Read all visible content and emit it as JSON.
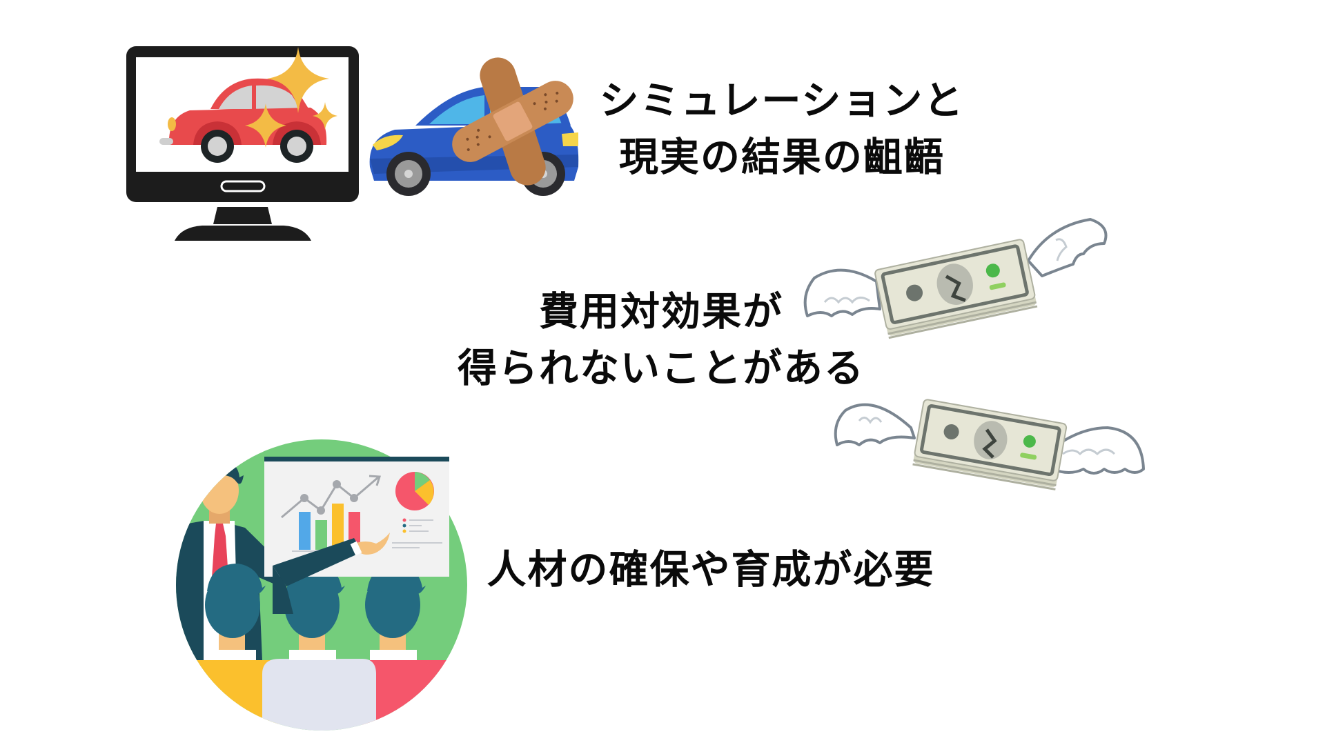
{
  "slide": {
    "background": "#ffffff",
    "text_color": "#0a0a0a"
  },
  "points": [
    {
      "id": "simulation-gap",
      "lines": [
        "シミュレーションと",
        "現実の結果の齟齬"
      ],
      "illustration": "monitor-shiny-car-vs-bandaged-car"
    },
    {
      "id": "cost-effectiveness",
      "lines": [
        "費用対効果が",
        "得られないことがある"
      ],
      "illustration": "money-with-wings"
    },
    {
      "id": "talent",
      "lines": [
        "人材の確保や育成が必要"
      ],
      "illustration": "presentation-to-audience"
    }
  ],
  "icons": {
    "monitor": "monitor-icon",
    "red_car": "red-car-icon",
    "sparkle": "sparkle-icon",
    "blue_car": "blue-car-icon",
    "bandage": "bandage-icon",
    "flying_money": "flying-money-icon",
    "presenter": "presenter-icon",
    "whiteboard_chart": "chart-icon",
    "audience": "audience-icon"
  },
  "colors": {
    "monitor_frame": "#1c1c1c",
    "red_car": "#e84a4c",
    "sparkle": "#f3bb45",
    "blue_car": "#2c5cc5",
    "car_window": "#4fb6e8",
    "bandage": "#c98a55",
    "bandage_pad": "#e3a57a",
    "banknote": "#e6e6d6",
    "banknote_ink": "#6d746d",
    "wing_outline": "#7a8590",
    "circle_green": "#74cd7c",
    "suit_navy": "#1b4a5a",
    "hair_teal": "#246b82",
    "tie_red": "#e8445a",
    "chair_yellow": "#fbc02d",
    "chair_gray": "#e1e4ef",
    "chair_red": "#f5566b",
    "skin": "#f5c17d"
  }
}
